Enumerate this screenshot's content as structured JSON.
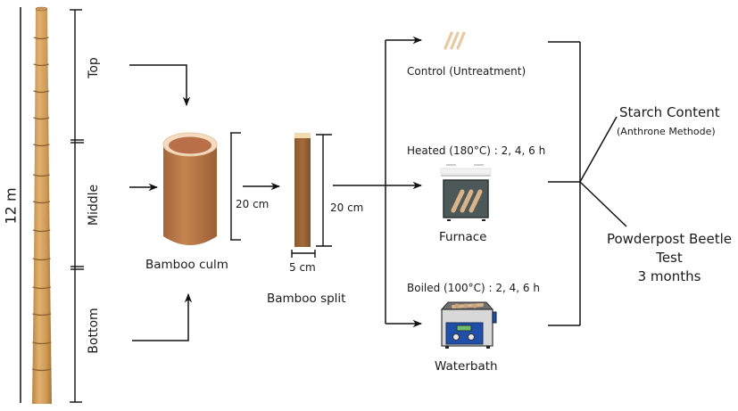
{
  "pole": {
    "height_label": "12 m",
    "sections": [
      "Top",
      "Middle",
      "Bottom"
    ]
  },
  "culm": {
    "label": "Bamboo culm",
    "length_label": "20 cm"
  },
  "split": {
    "label": "Bamboo split",
    "length_label": "20 cm",
    "width_label": "5 cm"
  },
  "treatments": [
    {
      "title": "Control (Untreatment)",
      "caption": ""
    },
    {
      "title": "Heated (180°C) : 2, 4, 6 h",
      "caption": "Furnace"
    },
    {
      "title": "Boiled (100°C) : 2, 4, 6 h",
      "caption": "Waterbath"
    }
  ],
  "outcomes": {
    "starch": {
      "title": "Starch Content",
      "method": "(Anthrone Methode)"
    },
    "beetle": {
      "line1": "Powderpost Beetle",
      "line2": "Test",
      "line3": "3 months"
    }
  },
  "colors": {
    "bamboo": "#d4a25e",
    "bamboo_dark": "#a9743a",
    "culm": "#b9774a",
    "split": "#9a6537",
    "line": "#111111",
    "waterbath_blue": "#1f4fa8"
  }
}
